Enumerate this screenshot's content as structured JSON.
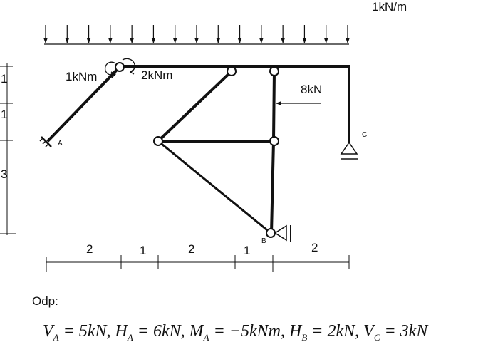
{
  "load": {
    "distributed": "1kN/m",
    "point_force": "8kN",
    "moment_left": "1kNm",
    "moment_right": "2kNm"
  },
  "supports": {
    "a": "A",
    "b": "B",
    "c": "C"
  },
  "vertical_dims": [
    "1",
    "1",
    "3"
  ],
  "horizontal_dims": [
    "2",
    "1",
    "2",
    "1",
    "2"
  ],
  "answer": {
    "label": "Odp:",
    "items": [
      {
        "sym": "V",
        "sub": "A",
        "eq": " = 5kN",
        "sep": ", "
      },
      {
        "sym": "H",
        "sub": "A",
        "eq": " = 6kN",
        "sep": ", "
      },
      {
        "sym": "M",
        "sub": "A",
        "eq": " = −5kNm",
        "sep": ", "
      },
      {
        "sym": "H",
        "sub": "B",
        "eq": " = 2kN",
        "sep": ", "
      },
      {
        "sym": "V",
        "sub": "C",
        "eq": " = 3kN",
        "sep": ""
      }
    ]
  }
}
